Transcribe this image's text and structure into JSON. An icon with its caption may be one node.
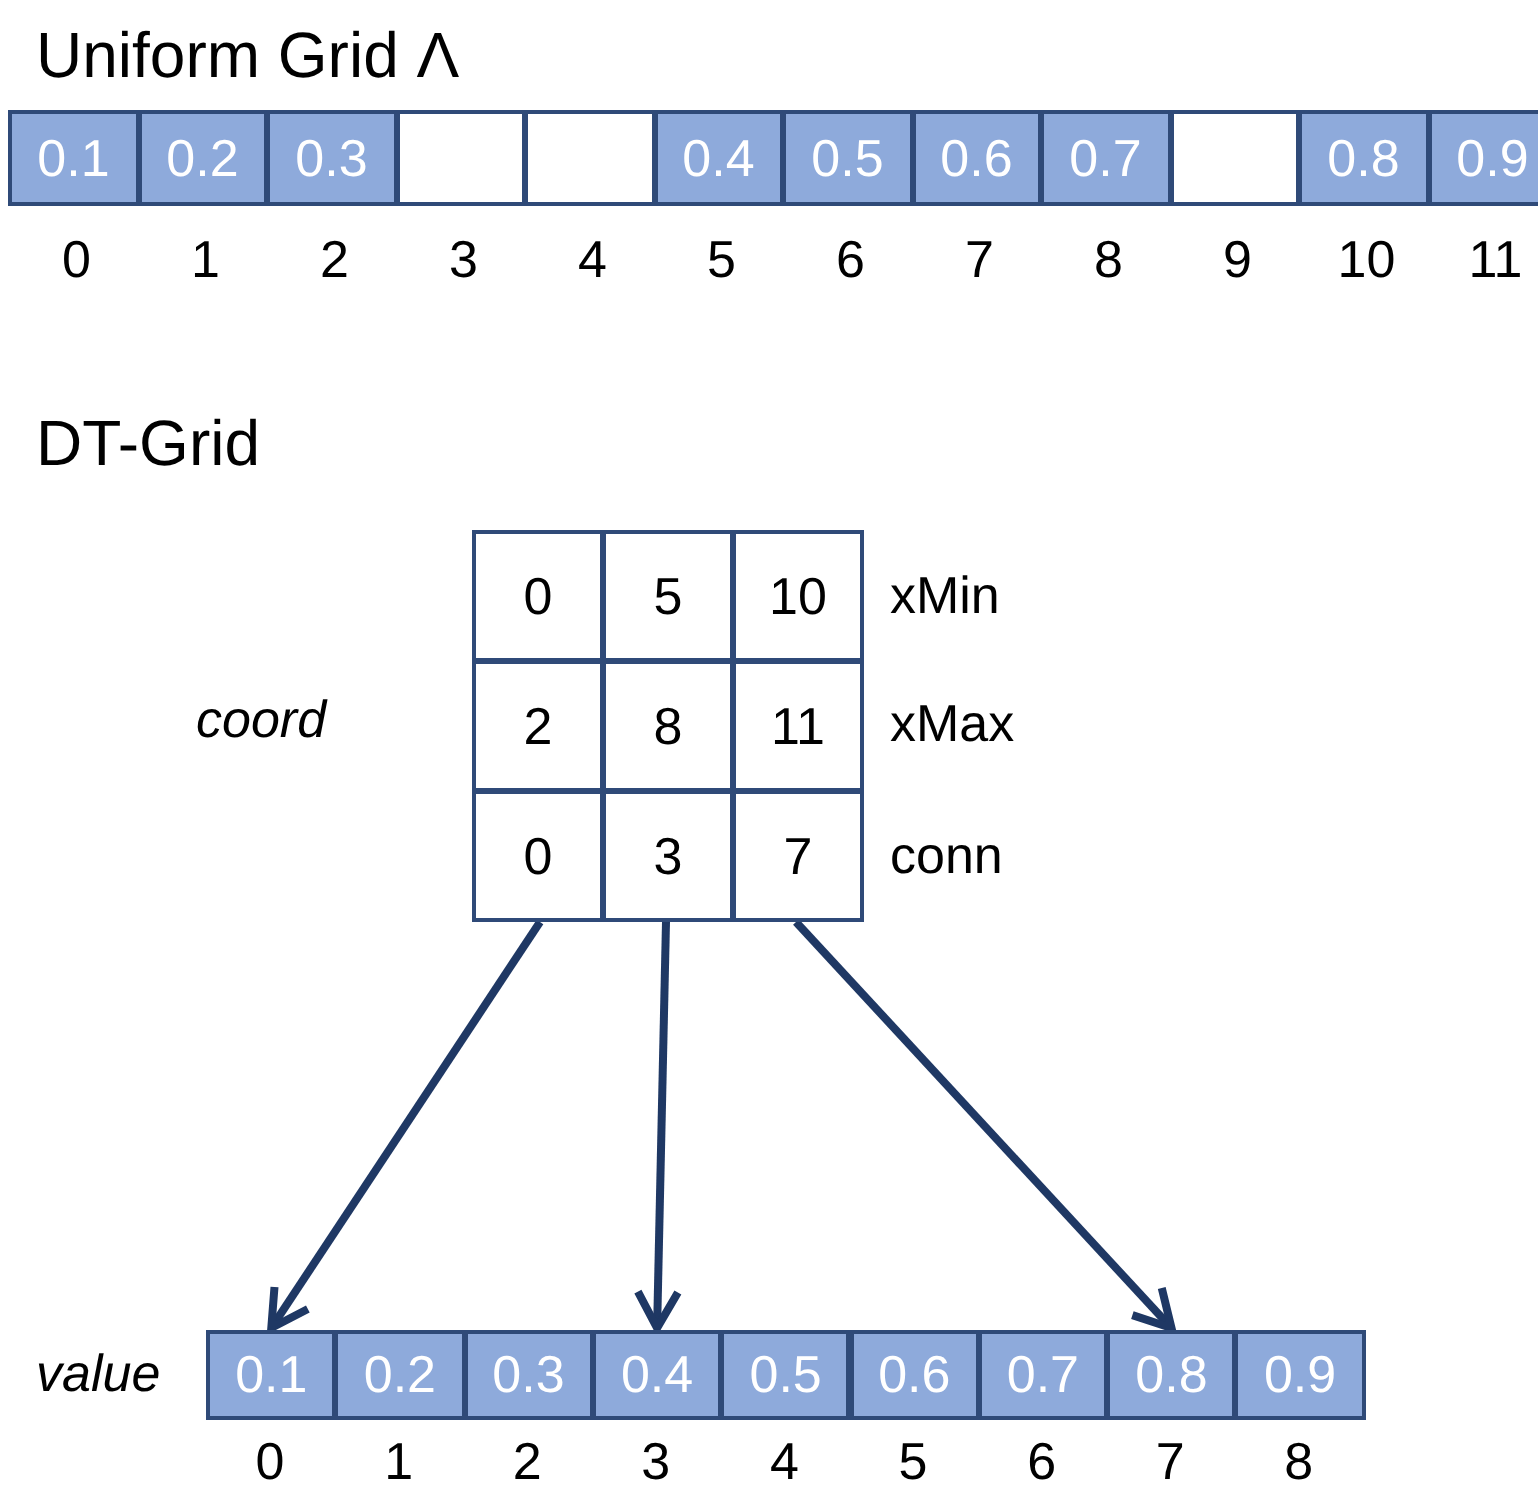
{
  "diagram": {
    "nodes": [
      {
        "text": [
          "0.1"
        ]
      },
      {
        "text": [
          "0.2"
        ]
      },
      {
        "text": [
          "0.3"
        ]
      },
      {
        "text": [],
        "shape": "box"
      },
      {
        "text": [],
        "shape": "box"
      },
      {
        "text": [
          "0.4"
        ]
      },
      {
        "text": [
          "0.5"
        ]
      },
      {
        "text": [
          "0.6"
        ]
      },
      {
        "text": [
          "0.7"
        ]
      },
      {
        "text": [],
        "shape": "box"
      },
      {
        "text": [
          "0.8"
        ]
      },
      {
        "text": [
          "0.9"
        ]
      },
      {
        "text": [
          "0"
        ]
      },
      {
        "text": [
          "5"
        ]
      },
      {
        "text": [
          "10"
        ]
      },
      {
        "text": [
          "2"
        ]
      },
      {
        "text": [
          "8"
        ]
      },
      {
        "text": [
          "11"
        ]
      },
      {
        "text": [
          "0"
        ]
      },
      {
        "text": [
          "3"
        ]
      },
      {
        "text": [
          "7"
        ]
      },
      {
        "text": [
          "0.1"
        ]
      },
      {
        "text": [
          "0.2"
        ]
      },
      {
        "text": [
          "0.3"
        ]
      },
      {
        "text": [
          "0.4"
        ]
      },
      {
        "text": [
          "0.5"
        ]
      },
      {
        "text": [
          "0.6"
        ]
      },
      {
        "text": [
          "0.7"
        ]
      },
      {
        "text": [
          "0.8"
        ]
      },
      {
        "text": [
          "0.9"
        ]
      }
    ],
    "edges": [
      {
        "from": 18,
        "to": 21,
        "arrow": "to"
      },
      {
        "from": 19,
        "to": 24,
        "arrow": "to"
      },
      {
        "from": 20,
        "to": 28,
        "arrow": "to"
      }
    ],
    "labels": [
      "Uniform Grid Λ",
      "0",
      "1",
      "2",
      "3",
      "4",
      "5",
      "6",
      "7",
      "8",
      "9",
      "10",
      "11",
      "DT-Grid",
      "xMin",
      "coord",
      "xMax",
      "conn",
      "value",
      "0",
      "1",
      "2",
      "3",
      "4",
      "5",
      "6",
      "7",
      "8"
    ]
  }
}
